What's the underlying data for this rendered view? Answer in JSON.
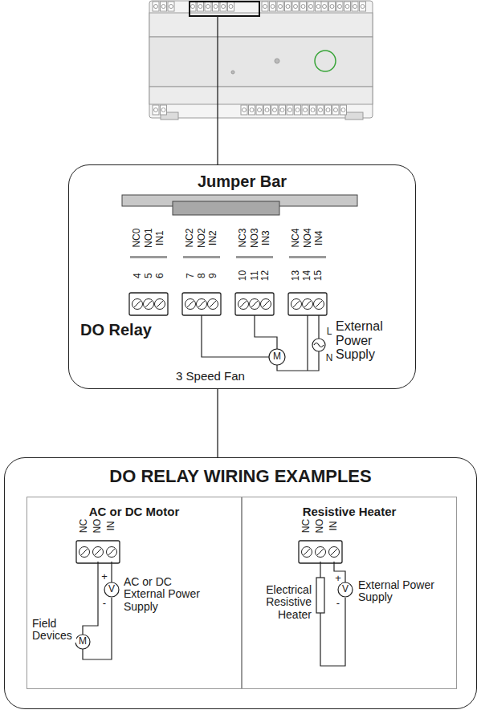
{
  "diagram": {
    "nodes": [
      {
        "text": [
          "Jumper Bar"
        ]
      },
      {
        "text": [
          "DO RELAY WIRING EXAMPLES"
        ]
      },
      {
        "text": [
          "AC or DC Motor"
        ],
        "in": 1
      },
      {
        "text": [
          "Resistive Heater"
        ],
        "in": 1
      }
    ],
    "edges": [
      {
        "from": 0,
        "to": 1,
        "arrow": "none"
      }
    ],
    "labels": [
      "NC0",
      "NO1",
      "IN1",
      "NC2",
      "NO2",
      "IN2",
      "NC3",
      "NO3",
      "IN3",
      "NC4",
      "NO4",
      "IN4",
      "4",
      "5",
      "6",
      "7",
      "8",
      "9",
      "10",
      "11",
      "12",
      "13",
      "14",
      "15",
      "DO Relay",
      "L",
      "N",
      "External Power Supply",
      "M",
      "3 Speed Fan",
      "NC",
      "NO",
      "IN",
      "+",
      "-",
      "V",
      "AC or DC External Power Supply",
      "M",
      "Field Devices",
      "NC",
      "NO",
      "IN",
      "+",
      "-",
      "V",
      "Electrical Resistive Heater",
      "External Power Supply"
    ]
  }
}
